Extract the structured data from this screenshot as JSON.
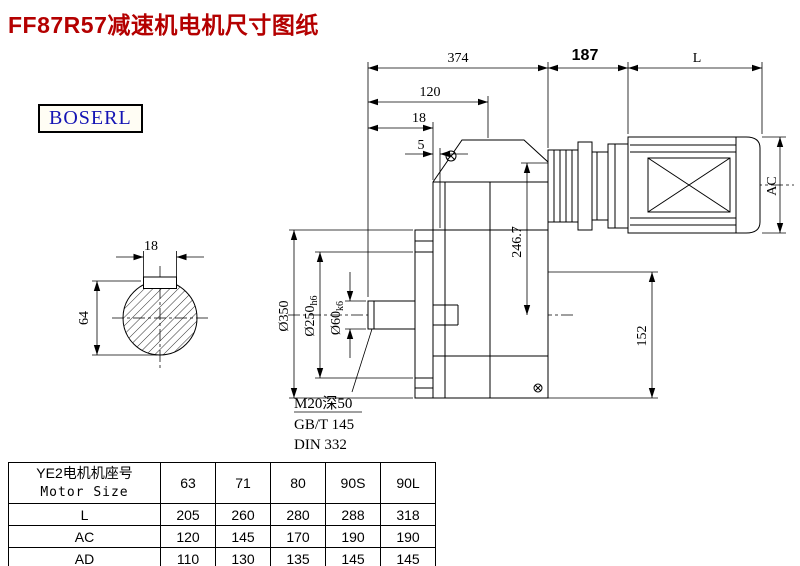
{
  "page": {
    "title": "FF87R57减速机电机尺寸图纸",
    "brand": "BOSERL"
  },
  "drawing": {
    "dim_374": "374",
    "dim_187": "187",
    "dim_L": "L",
    "dim_120": "120",
    "dim_18_top": "18",
    "dim_5": "5",
    "dim_key_width": "18",
    "dim_shaft_64": "64",
    "dia_350": "Ø350",
    "dia_250": "Ø250",
    "dia_250_tol": "h6",
    "dia_60": "Ø60",
    "dia_60_tol": "k6",
    "dim_246_7": "246.7",
    "dim_152": "152",
    "dim_AC": "AC",
    "note_thread": "M20深50",
    "note_gbt": "GB/T 145",
    "note_din": "DIN 332"
  },
  "table": {
    "header_cn": "YE2电机机座号",
    "header_en": "Motor Size",
    "sizes": [
      "63",
      "71",
      "80",
      "90S",
      "90L"
    ],
    "rows": [
      {
        "label": "L",
        "values": [
          "205",
          "260",
          "280",
          "288",
          "318"
        ]
      },
      {
        "label": "AC",
        "values": [
          "120",
          "145",
          "170",
          "190",
          "190"
        ]
      },
      {
        "label": "AD",
        "values": [
          "110",
          "130",
          "135",
          "145",
          "145"
        ]
      }
    ]
  }
}
